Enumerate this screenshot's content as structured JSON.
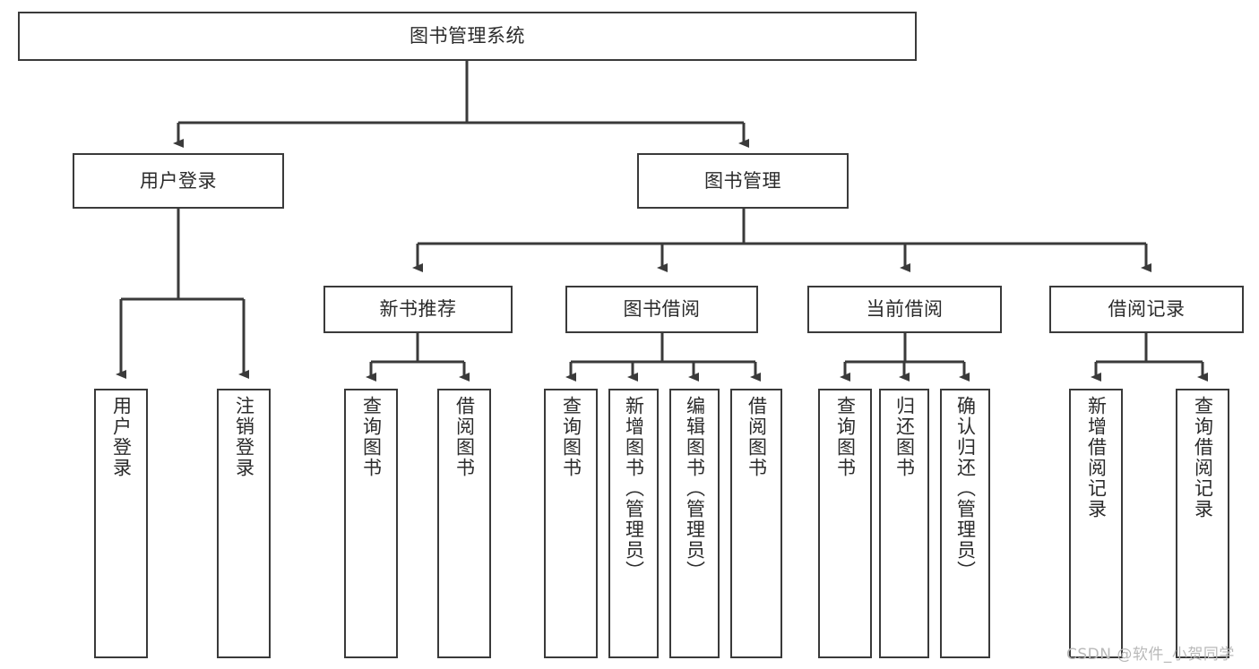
{
  "diagram": {
    "type": "tree-hierarchy",
    "title": "图书管理系统",
    "watermark": "CSDN @软件_小贺同学",
    "colors": {
      "box_border": "#3a3a3a",
      "box_fill": "#ffffff",
      "connector": "#3a3a3a",
      "text": "#2b2b2b",
      "watermark": "#b9b9b9",
      "background": "#ffffff"
    },
    "root": {
      "id": "root",
      "label": "图书管理系统"
    },
    "level2": [
      {
        "id": "user-login",
        "label": "用户登录"
      },
      {
        "id": "book-management",
        "label": "图书管理"
      }
    ],
    "level3": [
      {
        "id": "new-book-recommend",
        "label": "新书推荐",
        "parent": "book-management"
      },
      {
        "id": "book-borrow",
        "label": "图书借阅",
        "parent": "book-management"
      },
      {
        "id": "current-borrow",
        "label": "当前借阅",
        "parent": "book-management"
      },
      {
        "id": "borrow-record",
        "label": "借阅记录",
        "parent": "book-management"
      }
    ],
    "leaves": {
      "user_login": [
        {
          "id": "leaf-user-login",
          "label": "用户登录"
        },
        {
          "id": "leaf-logout-login",
          "label": "注销登录"
        }
      ],
      "new_book_recommend": [
        {
          "id": "leaf-query-book-1",
          "label": "查询图书"
        },
        {
          "id": "leaf-borrow-book-1",
          "label": "借阅图书"
        }
      ],
      "book_borrow": [
        {
          "id": "leaf-query-book-2",
          "label": "查询图书"
        },
        {
          "id": "leaf-add-book",
          "label": "新增图书（管理员）"
        },
        {
          "id": "leaf-edit-book",
          "label": "编辑图书（管理员）"
        },
        {
          "id": "leaf-borrow-book-2",
          "label": "借阅图书"
        }
      ],
      "current_borrow": [
        {
          "id": "leaf-query-book-3",
          "label": "查询图书"
        },
        {
          "id": "leaf-return-book",
          "label": "归还图书"
        },
        {
          "id": "leaf-confirm-return",
          "label": "确认归还（管理员）"
        }
      ],
      "borrow_record": [
        {
          "id": "leaf-add-record",
          "label": "新增借阅记录"
        },
        {
          "id": "leaf-query-record",
          "label": "查询借阅记录"
        }
      ]
    }
  }
}
